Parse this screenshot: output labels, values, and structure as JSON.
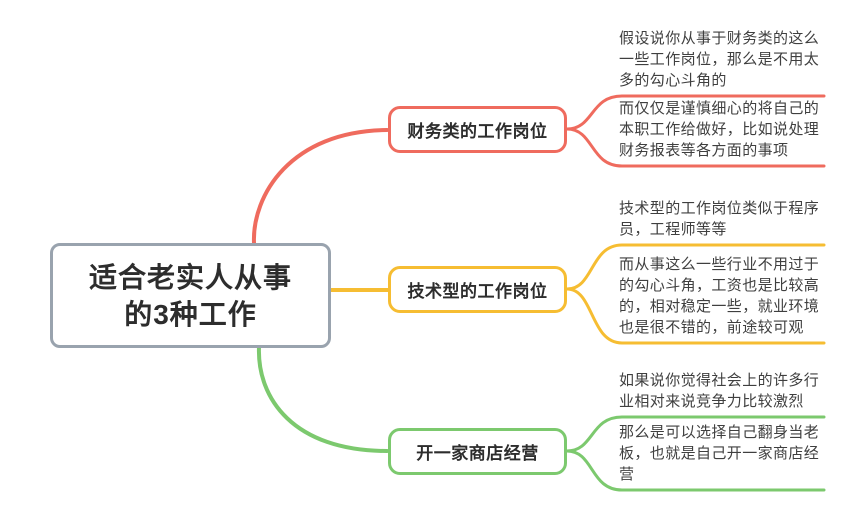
{
  "canvas": {
    "background": "#ffffff"
  },
  "root": {
    "label": "适合老实人从事的3种工作",
    "label_lines": [
      "适合老实人从事",
      "的3种工作"
    ],
    "border_color": "#99a3ae",
    "text_color": "#2d2d2d"
  },
  "branches": [
    {
      "label": "财务类的工作岗位",
      "color": "#ef6b5e",
      "leaves": [
        {
          "text": "假设说你从事于财务类的这么一些工作岗位，那么是不用太多的勾心斗角的",
          "lines": [
            "假设说你从事于财务类的这么",
            "一些工作岗位，那么是不用太",
            "多的勾心斗角的"
          ]
        },
        {
          "text": "而仅仅是谨慎细心的将自己的本职工作给做好，比如说处理财务报表等各方面的事项",
          "lines": [
            "而仅仅是谨慎细心的将自己的",
            "本职工作给做好，比如说处理",
            "财务报表等各方面的事项"
          ]
        }
      ]
    },
    {
      "label": "技术型的工作岗位",
      "color": "#f6bd32",
      "leaves": [
        {
          "text": "技术型的工作岗位类似于程序员，工程师等等",
          "lines": [
            "技术型的工作岗位类似于程序",
            "员，工程师等等"
          ]
        },
        {
          "text": "而从事这么一些行业不用过于的勾心斗角，工资也是比较高的，相对稳定一些，就业环境也是很不错的，前途较可观",
          "lines": [
            "而从事这么一些行业不用过于",
            "的勾心斗角，工资也是比较高",
            "的，相对稳定一些，就业环境",
            "也是很不错的，前途较可观"
          ]
        }
      ]
    },
    {
      "label": "开一家商店经营",
      "color": "#7cc96e",
      "leaves": [
        {
          "text": "如果说你觉得社会上的许多行业相对来说竞争力比较激烈",
          "lines": [
            "如果说你觉得社会上的许多行",
            "业相对来说竞争力比较激烈"
          ]
        },
        {
          "text": "那么是可以选择自己翻身当老板，也就是自己开一家商店经营",
          "lines": [
            "那么是可以选择自己翻身当老",
            "板，也就是自己开一家商店经",
            "营"
          ]
        }
      ]
    }
  ]
}
